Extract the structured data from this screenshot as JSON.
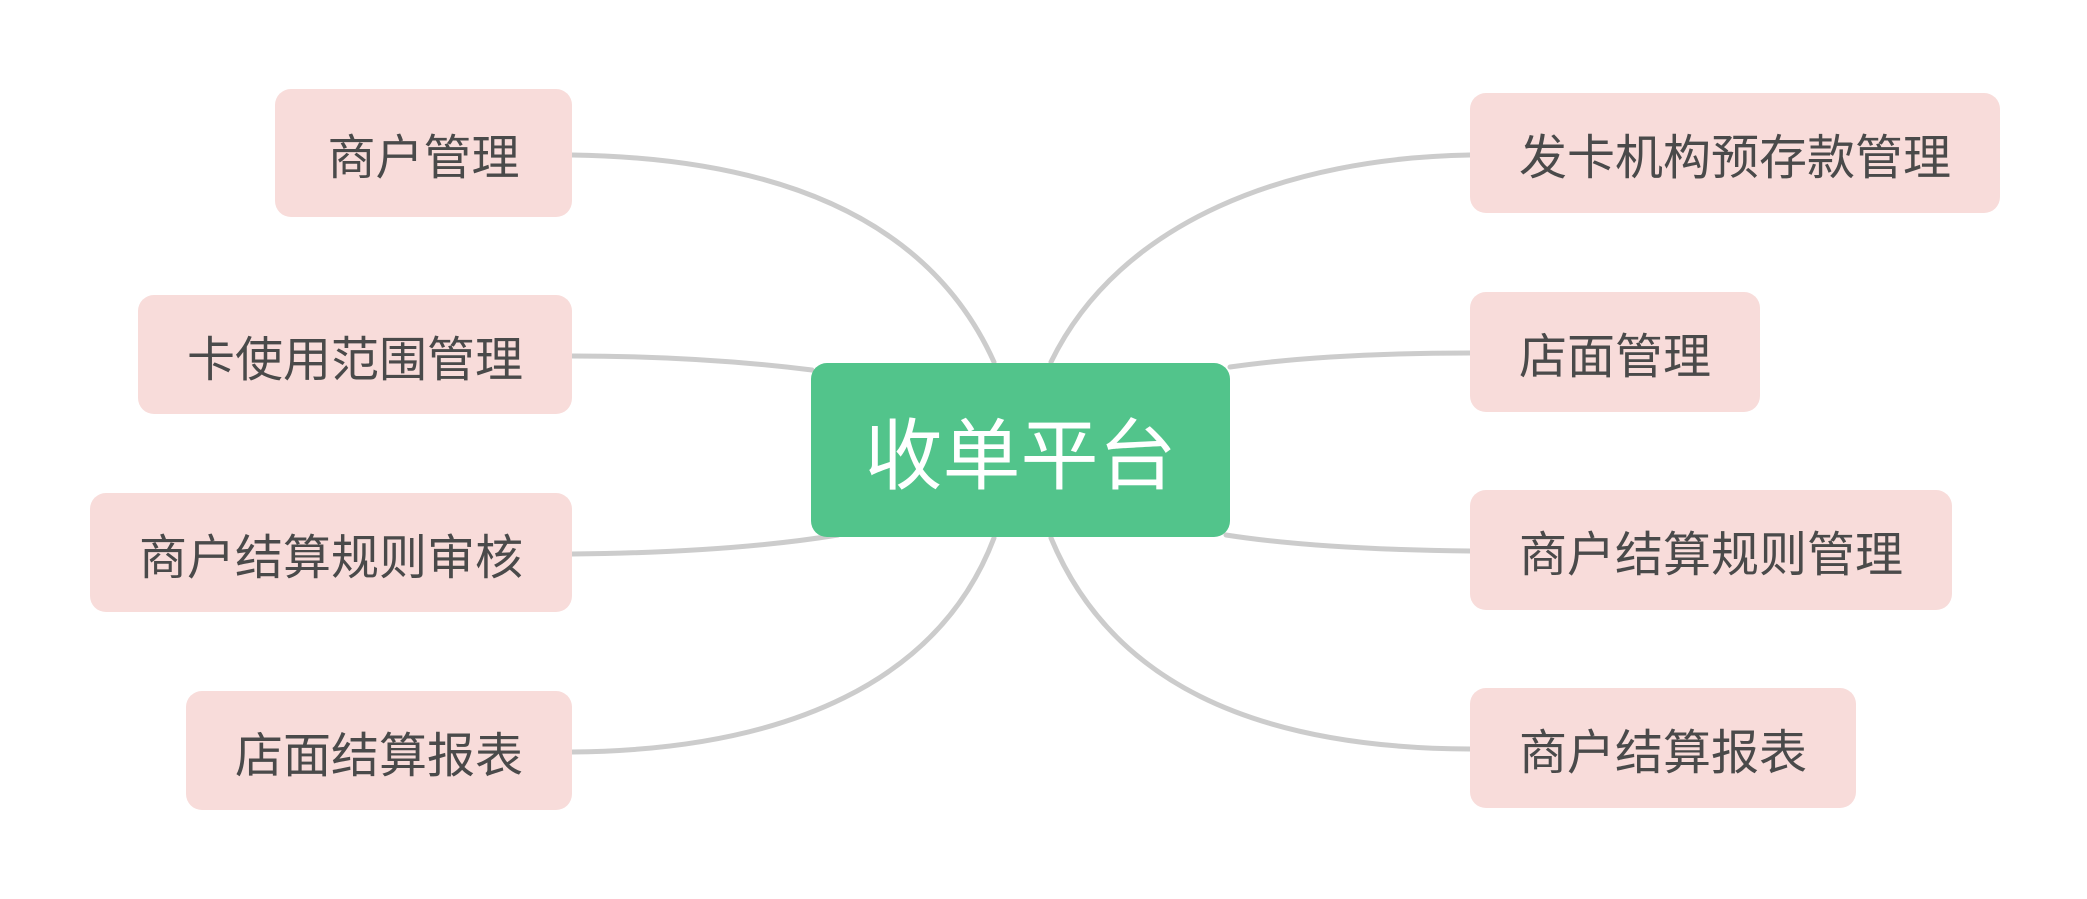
{
  "diagram": {
    "type": "mind-map",
    "root": {
      "id": "root",
      "label": "收单平台",
      "color": "#52c48b"
    },
    "branch_color": "#f8dcda",
    "link_color": "#cccccc",
    "branches": [
      {
        "id": "b-left-1",
        "side": "left",
        "label": "商户管理"
      },
      {
        "id": "b-left-2",
        "side": "left",
        "label": "卡使用范围管理"
      },
      {
        "id": "b-left-3",
        "side": "left",
        "label": "商户结算规则审核"
      },
      {
        "id": "b-left-4",
        "side": "left",
        "label": "店面结算报表"
      },
      {
        "id": "b-right-1",
        "side": "right",
        "label": "发卡机构预存款管理"
      },
      {
        "id": "b-right-2",
        "side": "right",
        "label": "店面管理"
      },
      {
        "id": "b-right-3",
        "side": "right",
        "label": "商户结算规则管理"
      },
      {
        "id": "b-right-4",
        "side": "right",
        "label": "商户结算报表"
      }
    ]
  }
}
